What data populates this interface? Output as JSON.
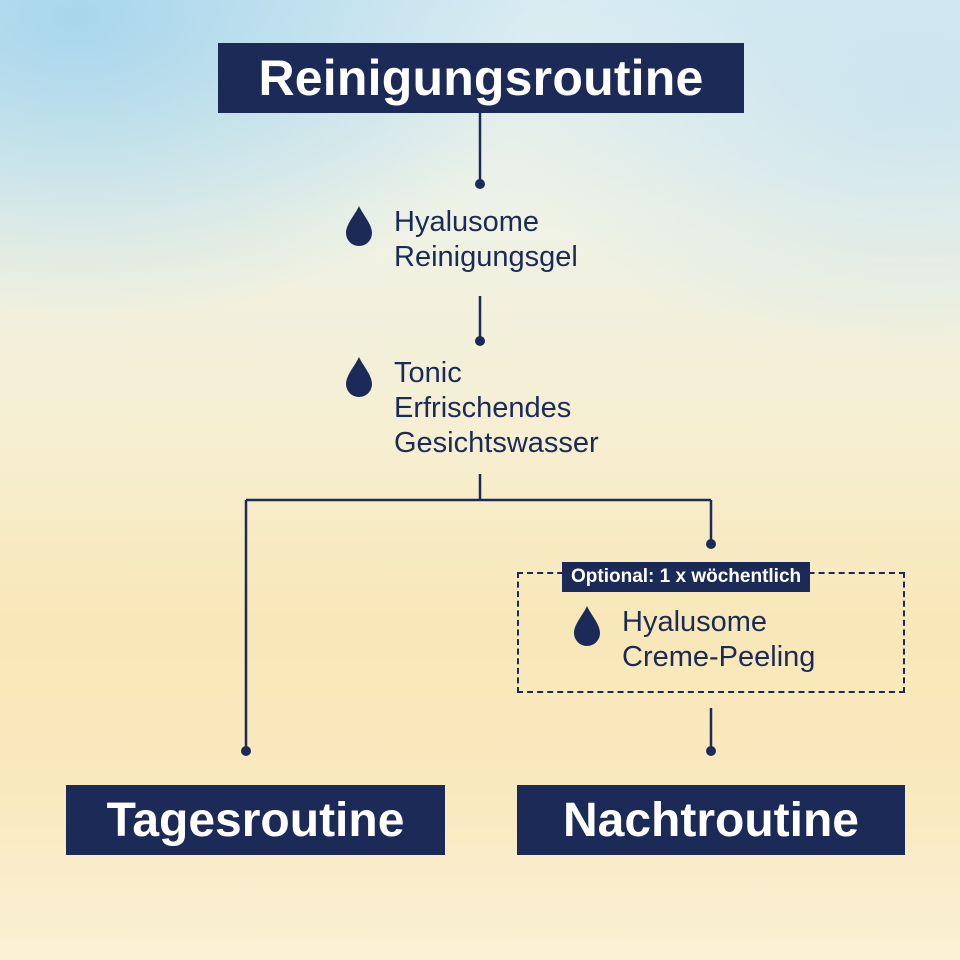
{
  "colors": {
    "navy": "#1c2a57",
    "text_on_navy": "#ffffff"
  },
  "header": {
    "title": "Reinigungsroutine"
  },
  "steps": [
    {
      "icon": "drop-icon",
      "lines": [
        "Hyalusome",
        "Reinigungsgel"
      ]
    },
    {
      "icon": "drop-icon",
      "lines": [
        "Tonic",
        "Erfrischendes",
        "Gesichtswasser"
      ]
    }
  ],
  "optional": {
    "label": "Optional: 1 x wöchentlich",
    "step": {
      "icon": "drop-icon",
      "lines": [
        "Hyalusome",
        "Creme-Peeling"
      ]
    }
  },
  "branches": {
    "left": "Tagesroutine",
    "right": "Nachtroutine"
  }
}
